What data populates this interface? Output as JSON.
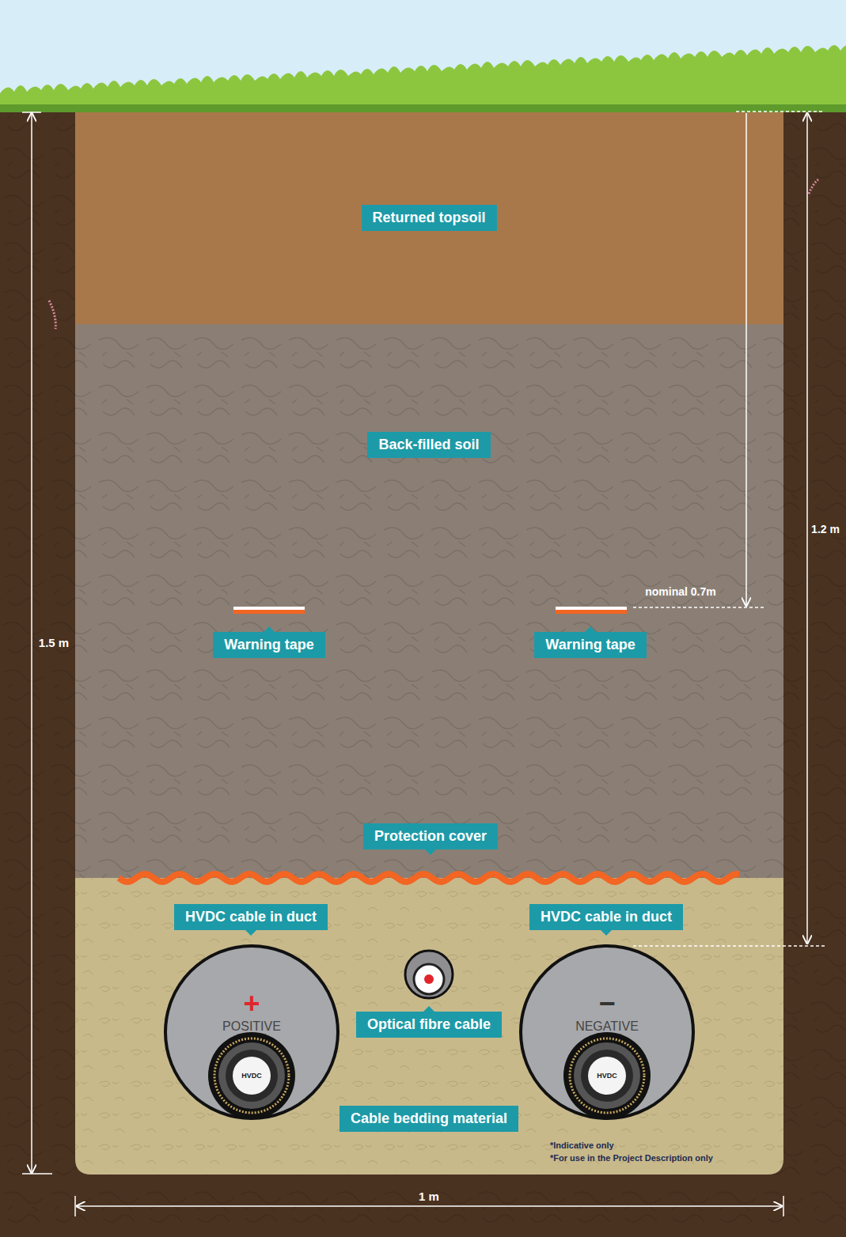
{
  "diagram": {
    "nodes": [
      {
        "text": [
          "Returned topsoil"
        ]
      },
      {
        "text": [
          "Back-filled soil"
        ]
      },
      {
        "text": [
          "Warning tape"
        ]
      },
      {
        "text": [
          "Warning tape"
        ]
      },
      {
        "text": [
          "Protection cover"
        ]
      },
      {
        "text": [
          "HVDC cable in duct"
        ]
      },
      {
        "text": [
          "HVDC cable in duct"
        ]
      },
      {
        "text": [
          "+",
          "POSITIVE"
        ]
      },
      {
        "text": [
          "Optical fibre cable"
        ]
      },
      {
        "text": [
          "−",
          "NEGATIVE"
        ]
      },
      {
        "text": [
          "Cable bedding material"
        ]
      }
    ],
    "labels": [
      "1.5 m",
      "1.2 m",
      "nominal 0.7m",
      "1 m",
      "HVDC",
      "HVDC",
      "*Indicative only",
      "*For use in the Project Description only"
    ]
  }
}
